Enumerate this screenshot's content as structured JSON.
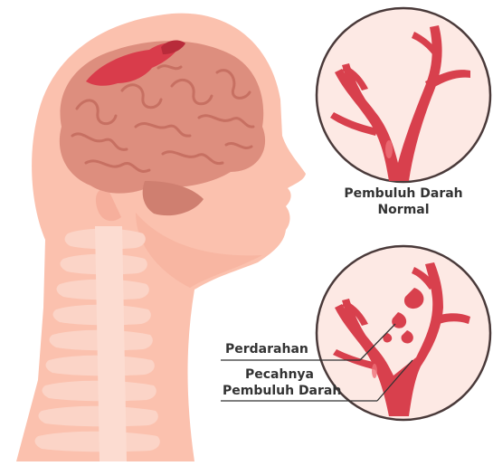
{
  "labels": {
    "normal": [
      "Pembuluh Darah",
      "Normal"
    ],
    "bleeding": "Perdarahan",
    "ruptured": [
      "Pecahnya",
      "Pembuluh Darah"
    ]
  },
  "colors": {
    "skin": "#fbc1ae",
    "skin_shadow": "#f4a48f",
    "brain": "#dd8e7e",
    "brain_lines": "#c77062",
    "bleed": "#d93c4b",
    "vessel": "#d8404d",
    "vessel_highlight": "#ef7179",
    "circle_fill": "#fde9e4",
    "circle_stroke": "#4a3a3a",
    "spine": "#fbd4c7",
    "text": "#333333"
  },
  "icons": [
    "head-silhouette",
    "brain-icon",
    "spine-icon",
    "blood-vessel-icon",
    "blood-drop-icon"
  ]
}
